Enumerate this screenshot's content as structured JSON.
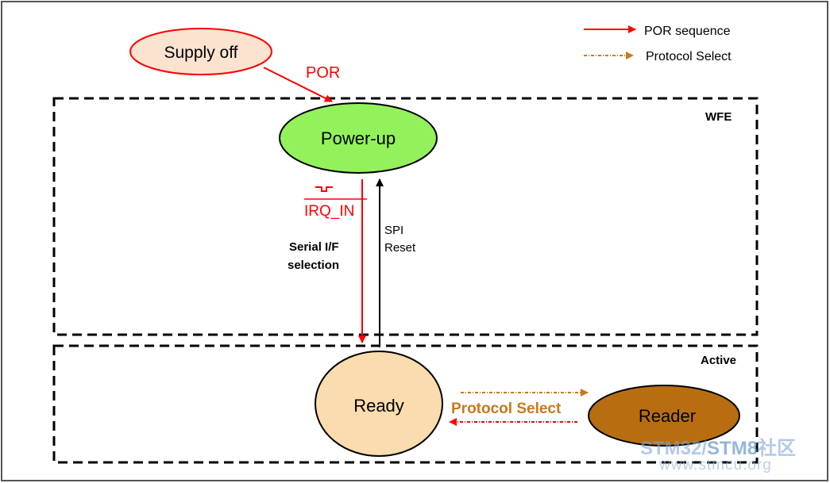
{
  "legend": {
    "por_sequence": "POR sequence",
    "protocol_select": "Protocol Select"
  },
  "regions": {
    "wfe": "WFE",
    "active": "Active"
  },
  "nodes": {
    "supply_off": "Supply off",
    "power_up": "Power-up",
    "ready": "Ready",
    "reader": "Reader"
  },
  "edges": {
    "por": "POR",
    "irq_in": "IRQ_IN",
    "serial_line1": "Serial I/F",
    "serial_line2": "selection",
    "spi_line1": "SPI",
    "spi_line2": "Reset",
    "protocol_select": "Protocol Select"
  },
  "watermark": {
    "line1_a": "STM32/",
    "line1_b": "STM8",
    "line1_c": "社区",
    "line2": "www.stmcu.org"
  },
  "colors": {
    "red": "#ff0000",
    "orange": "#c8781e",
    "supply_off_fill": "#fbe3cf",
    "power_up_fill": "#93f15c",
    "ready_fill": "#fbdcae",
    "reader_fill": "#b86e10"
  }
}
